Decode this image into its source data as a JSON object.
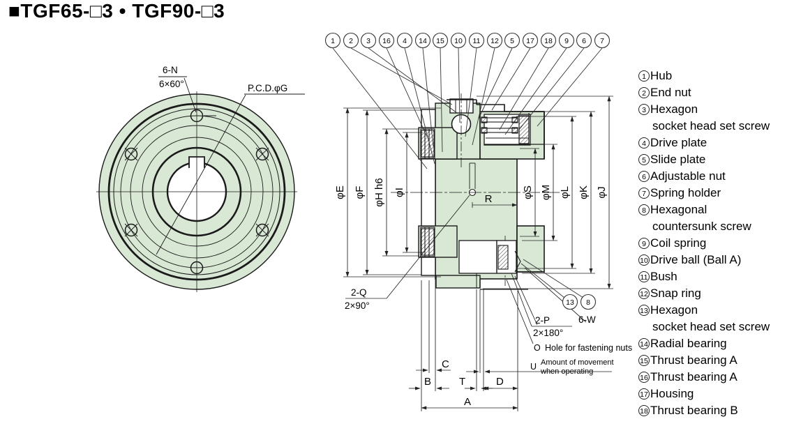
{
  "title": "■TGF65-□3 • TGF90-□3",
  "front_view": {
    "holes_label_top": "6-N",
    "holes_label_bottom": "6×60°",
    "pcd_label": "P.C.D.φG"
  },
  "section_view": {
    "callouts_top": [
      "1",
      "2",
      "3",
      "16",
      "4",
      "14",
      "15",
      "10",
      "11",
      "12",
      "5",
      "17",
      "18",
      "9",
      "6",
      "7"
    ],
    "callouts_bottom": [
      "13",
      "8"
    ],
    "dims_left": [
      "φE",
      "φF",
      "φH h6",
      "φI"
    ],
    "dims_right": [
      "φS",
      "φM",
      "φL",
      "φK",
      "φJ"
    ],
    "dim_r": "R",
    "q_label_top": "2-Q",
    "q_label_bottom": "2×90°",
    "p_label_top": "2-P",
    "p_label_bottom": "2×180°",
    "w_label": "6-W",
    "o_key": "O",
    "o_text": "Hole for fastening nuts",
    "u_key": "U",
    "u_line1": "Amount of movement",
    "u_line2": "when operating",
    "dims_bottom": [
      "B",
      "C",
      "T",
      "D",
      "A"
    ]
  },
  "parts_list": {
    "items": [
      {
        "num": "1",
        "line1": "Hub"
      },
      {
        "num": "2",
        "line1": "End nut"
      },
      {
        "num": "3",
        "line1": "Hexagon",
        "line2": "socket head set screw"
      },
      {
        "num": "4",
        "line1": "Drive plate"
      },
      {
        "num": "5",
        "line1": "Slide plate"
      },
      {
        "num": "6",
        "line1": "Adjustable nut"
      },
      {
        "num": "7",
        "line1": "Spring holder"
      },
      {
        "num": "8",
        "line1": "Hexagonal",
        "line2": "countersunk screw"
      },
      {
        "num": "9",
        "line1": "Coil spring"
      },
      {
        "num": "10",
        "line1": "Drive ball (Ball A)"
      },
      {
        "num": "11",
        "line1": "Bush"
      },
      {
        "num": "12",
        "line1": "Snap ring"
      },
      {
        "num": "13",
        "line1": "Hexagon",
        "line2": "socket head set screw"
      },
      {
        "num": "14",
        "line1": "Radial bearing"
      },
      {
        "num": "15",
        "line1": "Thrust bearing A"
      },
      {
        "num": "16",
        "line1": "Thrust bearing A"
      },
      {
        "num": "17",
        "line1": "Housing"
      },
      {
        "num": "18",
        "line1": "Thrust bearing B"
      }
    ]
  },
  "colors": {
    "part_fill": "#d9e8d5",
    "line": "#1a1a1a"
  }
}
